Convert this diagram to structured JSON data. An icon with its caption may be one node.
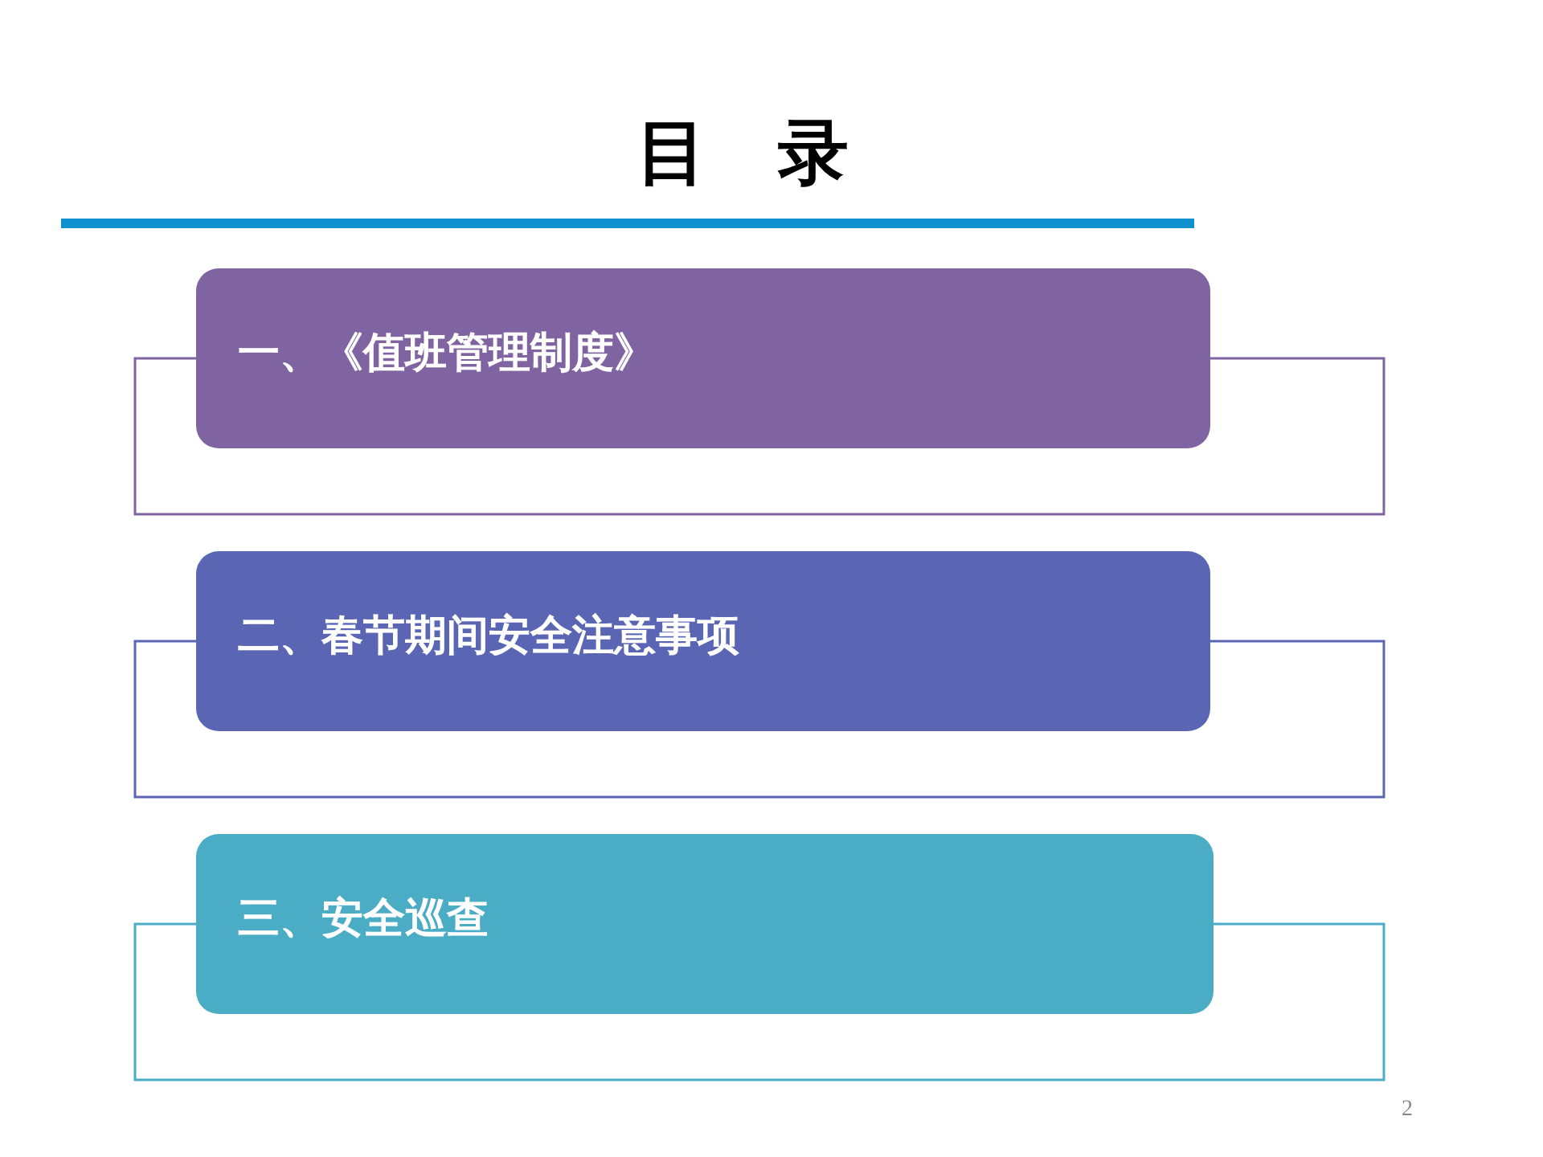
{
  "diagram": {
    "title": "目　录",
    "nodes": [
      {
        "text": [
          "一、《值班管理制度》"
        ]
      },
      {
        "text": [
          "二、春节期间安全注意事项"
        ]
      },
      {
        "text": [
          "三、安全巡查"
        ]
      }
    ],
    "labels": [
      "2"
    ]
  }
}
